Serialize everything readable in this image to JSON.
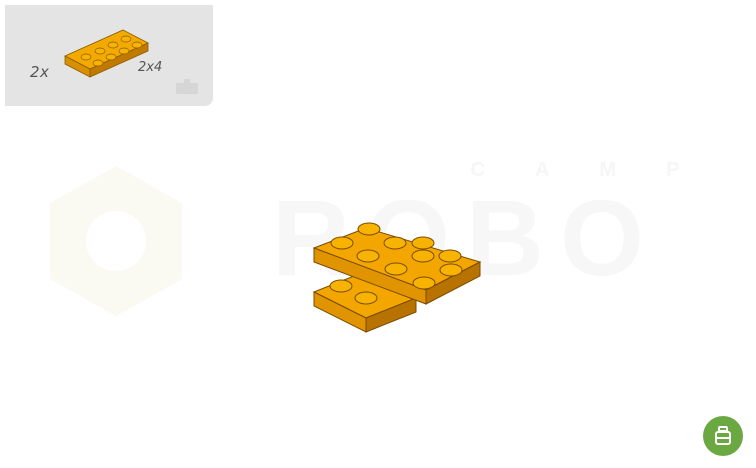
{
  "parts_panel": {
    "quantity": "2x",
    "size_label": "2x4"
  },
  "watermark": {
    "small_text": "CAMP",
    "big_text": "ROBO"
  },
  "icons": {
    "parts_brick": "brick-2x4-icon",
    "panel_small": "small-brick-icon",
    "fab": "brick-stack-icon"
  },
  "colors": {
    "brick": "#f0a000",
    "fab": "#6ba842",
    "panel_bg": "#e4e4e4"
  }
}
